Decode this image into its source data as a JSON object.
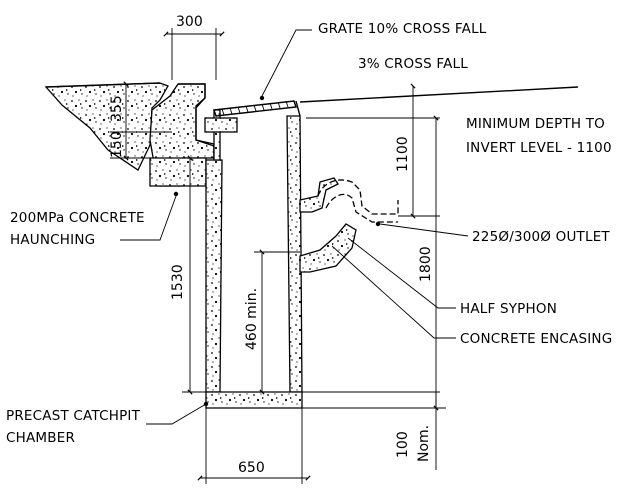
{
  "labels": {
    "grate": "GRATE 10% CROSS FALL",
    "cross_fall": "3% CROSS FALL",
    "min_depth_line1": "MINIMUM DEPTH TO",
    "min_depth_line2": "INVERT LEVEL - 1100",
    "haunching_line1": "200MPa CONCRETE",
    "haunching_line2": "HAUNCHING",
    "outlet": "225Ø/300Ø OUTLET",
    "half_syphon": "HALF SYPHON",
    "concrete_encasing": "CONCRETE ENCASING",
    "catchpit_line1": "PRECAST CATCHPIT",
    "catchpit_line2": "CHAMBER"
  },
  "dimensions": {
    "top_width": "300",
    "d355": "355",
    "d150": "150",
    "d1100": "1100",
    "d1530": "1530",
    "d1800": "1800",
    "d460": "460 min.",
    "d650": "650",
    "d100": "100",
    "d100_note": "Nom."
  }
}
